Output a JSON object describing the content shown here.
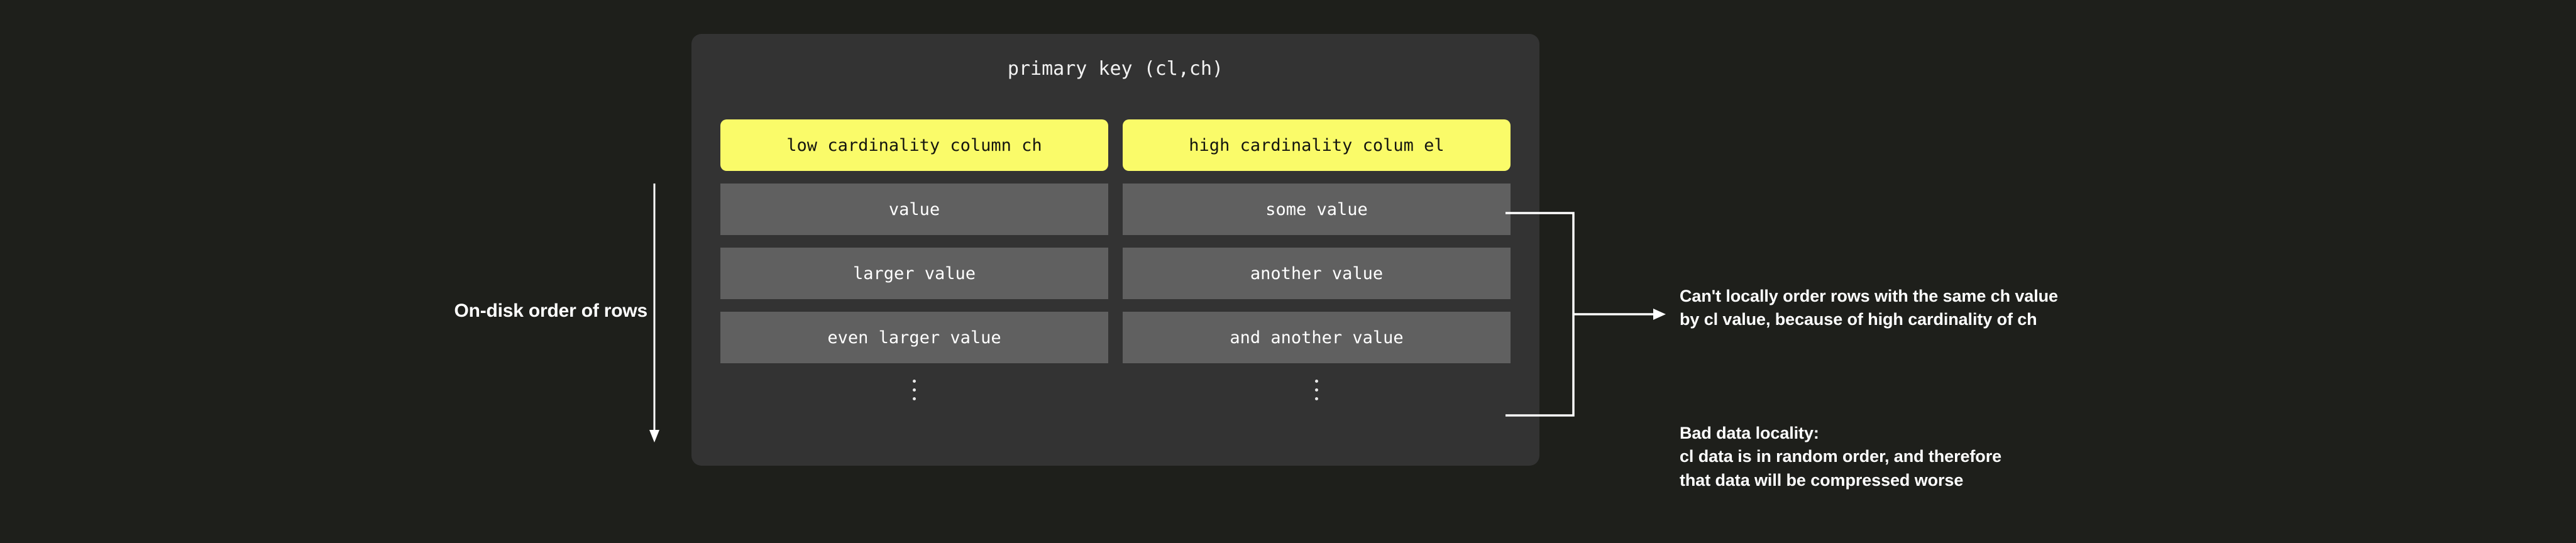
{
  "page": {
    "background_color": "#1e1f1b",
    "card_color": "#333333",
    "accent_color": "#fafb69",
    "value_cell_color": "#606060",
    "text_color": "#ffffff"
  },
  "left_axis": {
    "label": "On-disk order of rows",
    "arrow_direction": "down"
  },
  "card": {
    "title": "primary key (cl,ch)",
    "columns": [
      {
        "header": "low cardinality column ch"
      },
      {
        "header": "high cardinality colum el"
      }
    ],
    "rows": [
      {
        "left": "value",
        "right": "some value"
      },
      {
        "left": "larger value",
        "right": "another value"
      },
      {
        "left": "even larger value",
        "right": "and another value"
      }
    ],
    "continuation": "⋮"
  },
  "callouts": [
    {
      "id": "ordering-note",
      "text": "Can't locally order rows with the same ch value\nby cl value, because of high cardinality of ch"
    },
    {
      "id": "locality-note",
      "text": "Bad data locality:\ncl data is in random order, and therefore\nthat data will be compressed worse"
    }
  ]
}
